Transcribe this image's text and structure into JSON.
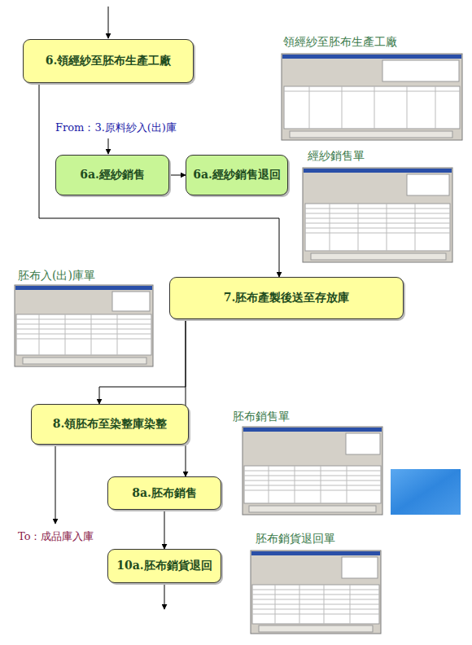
{
  "diagram": {
    "nodes": [
      {
        "text": [
          "6.領經紗至胚布生產工廠"
        ]
      },
      {
        "text": [
          "6a.經紗銷售"
        ]
      },
      {
        "text": [
          "6a.經紗銷售退回"
        ]
      },
      {
        "text": [
          "7.胚布產製後送至存放庫"
        ]
      },
      {
        "text": [
          "8.領胚布至染整庫染整"
        ]
      },
      {
        "text": [
          "8a.胚布銷售"
        ]
      },
      {
        "text": [
          "10a.胚布銷貨退回"
        ]
      }
    ],
    "edges": [
      {
        "from": 0,
        "to": 3,
        "arrow": "to"
      },
      {
        "from": 1,
        "to": 2,
        "arrow": "to"
      },
      {
        "from": 3,
        "to": 4,
        "arrow": "to"
      },
      {
        "from": 3,
        "to": 5,
        "arrow": "to"
      },
      {
        "from": 5,
        "to": 6,
        "arrow": "to"
      }
    ],
    "labels": [
      "From：3.原料紗入(出)庫",
      "領經紗至胚布生產工廠",
      "經紗銷售單",
      "胚布入(出)庫單",
      "胚布銷售單",
      "胚布銷貨退回單",
      "To：成品庫入庫"
    ]
  }
}
